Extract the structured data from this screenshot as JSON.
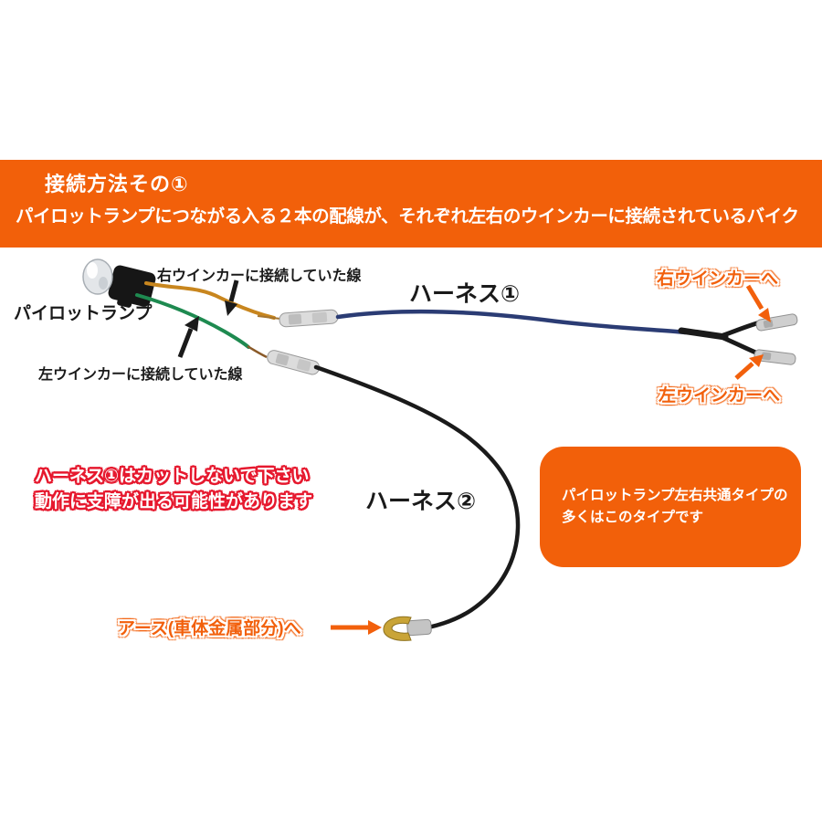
{
  "header": {
    "title": "接続方法その①",
    "subtitle": "パイロットランプにつながる入る２本の配線が、それぞれ左右のウインカーに接続されているバイク"
  },
  "diagram": {
    "pilot_lamp_label": "パイロットランプ",
    "right_wire_label": "右ウインカーに接続していた線",
    "left_wire_label": "左ウインカーに接続していた線",
    "harness1_label": "ハーネス①",
    "harness2_label": "ハーネス②",
    "to_right_winker_label": "右ウインカーへ",
    "to_left_winker_label": "左ウインカーへ",
    "ground_label": "アース(車体金属部分)へ"
  },
  "warning": {
    "line1": "ハーネス①はカットしないで下さい",
    "line2": "動作に支障が出る可能性があります"
  },
  "note_box": {
    "line1": "パイロットランプ左右共通タイプの",
    "line2": "多くはこのタイプです"
  },
  "colors": {
    "accent_orange": "#F2600A",
    "warning_red": "#E6192E",
    "wire_blue": "#2B3C74",
    "wire_green": "#1E8A50",
    "wire_amber": "#C8861E",
    "wire_black": "#1A1A1A",
    "terminal_silver": "#D6D6D6",
    "terminal_gold": "#C9A437"
  }
}
